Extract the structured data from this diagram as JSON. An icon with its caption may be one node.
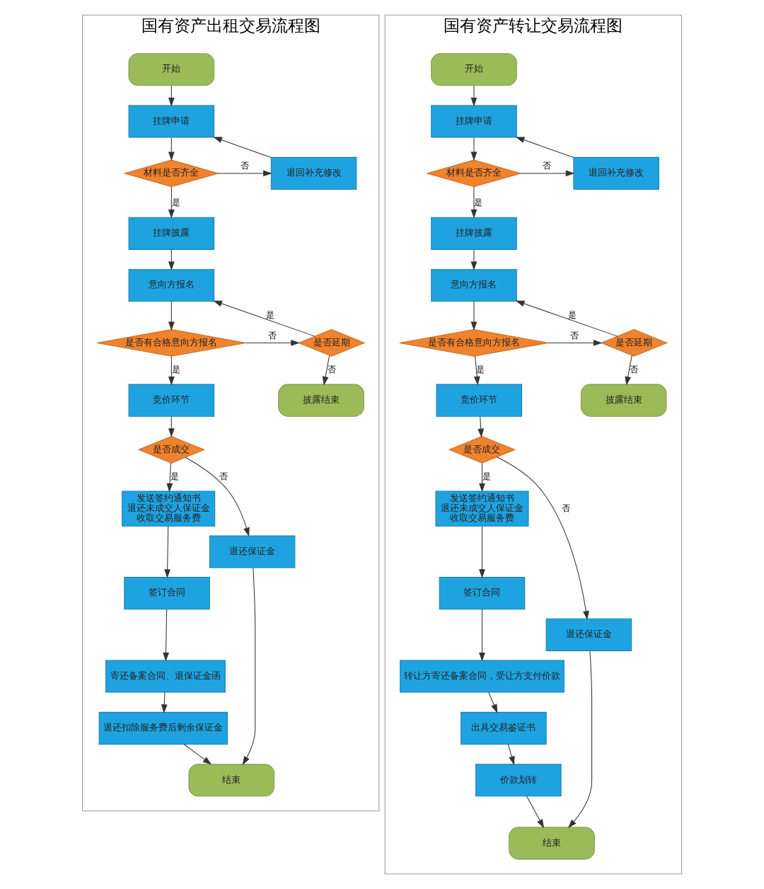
{
  "diagram": {
    "nodes": [
      {
        "text": [
          "国有资产出租交易流程图"
        ]
      },
      {
        "text": [
          "开始"
        ],
        "in": 0
      },
      {
        "text": [
          "挂牌申请"
        ],
        "in": 0
      },
      {
        "text": [
          "材料是否齐全"
        ],
        "in": 0
      },
      {
        "text": [
          "退回补充修改"
        ],
        "in": 0
      },
      {
        "text": [
          "挂牌披露"
        ],
        "in": 0
      },
      {
        "text": [
          "意向方报名"
        ],
        "in": 0
      },
      {
        "text": [
          "是否有合格意向方报名"
        ],
        "in": 0
      },
      {
        "text": [
          "是否延期"
        ],
        "in": 0
      },
      {
        "text": [
          "竞价环节"
        ],
        "in": 0
      },
      {
        "text": [
          "披露结束"
        ],
        "in": 0
      },
      {
        "text": [
          "是否成交"
        ],
        "in": 0
      },
      {
        "text": [
          "发送签约通知书",
          "退还未成交人保证金",
          "收取交易服务费"
        ],
        "in": 0
      },
      {
        "text": [
          "退还保证金"
        ],
        "in": 0
      },
      {
        "text": [
          "签订合同"
        ],
        "in": 0
      },
      {
        "text": [
          "寄还备案合同、退保证金函"
        ],
        "in": 0
      },
      {
        "text": [
          "退还扣除服务费后剩余保证金"
        ],
        "in": 0
      },
      {
        "text": [
          "结束"
        ],
        "in": 0
      },
      {
        "text": [
          "国有资产转让交易流程图"
        ]
      },
      {
        "text": [
          "开始"
        ],
        "in": 18
      },
      {
        "text": [
          "挂牌申请"
        ],
        "in": 18
      },
      {
        "text": [
          "材料是否齐全"
        ],
        "in": 18
      },
      {
        "text": [
          "退回补充修改"
        ],
        "in": 18
      },
      {
        "text": [
          "挂牌披露"
        ],
        "in": 18
      },
      {
        "text": [
          "意向方报名"
        ],
        "in": 18
      },
      {
        "text": [
          "是否有合格意向方报名"
        ],
        "in": 18
      },
      {
        "text": [
          "是否延期"
        ],
        "in": 18
      },
      {
        "text": [
          "竞价环节"
        ],
        "in": 18
      },
      {
        "text": [
          "披露结束"
        ],
        "in": 18
      },
      {
        "text": [
          "是否成交"
        ],
        "in": 18
      },
      {
        "text": [
          "发送签约通知书",
          "退还未成交人保证金",
          "收取交易服务费"
        ],
        "in": 18
      },
      {
        "text": [
          "退还保证金"
        ],
        "in": 18
      },
      {
        "text": [
          "签订合同"
        ],
        "in": 18
      },
      {
        "text": [
          "转让方寄还备案合同，受让方支付价款"
        ],
        "in": 18
      },
      {
        "text": [
          "出具交易鉴证书"
        ],
        "in": 18
      },
      {
        "text": [
          "价款划转"
        ],
        "in": 18
      },
      {
        "text": [
          "结束"
        ],
        "in": 18
      }
    ],
    "edges": [
      {
        "from": 1,
        "to": 2,
        "arrow": "to"
      },
      {
        "from": 2,
        "to": 3,
        "arrow": "to"
      },
      {
        "from": 3,
        "to": 4,
        "arrow": "to",
        "label": "否"
      },
      {
        "from": 4,
        "to": 2,
        "arrow": "to"
      },
      {
        "from": 3,
        "to": 5,
        "arrow": "to",
        "label": "是"
      },
      {
        "from": 5,
        "to": 6,
        "arrow": "to"
      },
      {
        "from": 6,
        "to": 7,
        "arrow": "to"
      },
      {
        "from": 7,
        "to": 8,
        "arrow": "to",
        "label": "否"
      },
      {
        "from": 8,
        "to": 6,
        "arrow": "to",
        "label": "是"
      },
      {
        "from": 8,
        "to": 10,
        "arrow": "to",
        "label": "否"
      },
      {
        "from": 7,
        "to": 9,
        "arrow": "to",
        "label": "是"
      },
      {
        "from": 9,
        "to": 11,
        "arrow": "to"
      },
      {
        "from": 11,
        "to": 12,
        "arrow": "to",
        "label": "是"
      },
      {
        "from": 11,
        "to": 13,
        "arrow": "to",
        "label": "否"
      },
      {
        "from": 12,
        "to": 14,
        "arrow": "to"
      },
      {
        "from": 14,
        "to": 15,
        "arrow": "to"
      },
      {
        "from": 15,
        "to": 16,
        "arrow": "to"
      },
      {
        "from": 16,
        "to": 17,
        "arrow": "to"
      },
      {
        "from": 13,
        "to": 17,
        "arrow": "to"
      },
      {
        "from": 19,
        "to": 20,
        "arrow": "to"
      },
      {
        "from": 20,
        "to": 21,
        "arrow": "to"
      },
      {
        "from": 21,
        "to": 22,
        "arrow": "to",
        "label": "否"
      },
      {
        "from": 22,
        "to": 20,
        "arrow": "to"
      },
      {
        "from": 21,
        "to": 23,
        "arrow": "to",
        "label": "是"
      },
      {
        "from": 23,
        "to": 24,
        "arrow": "to"
      },
      {
        "from": 24,
        "to": 25,
        "arrow": "to"
      },
      {
        "from": 25,
        "to": 26,
        "arrow": "to",
        "label": "否"
      },
      {
        "from": 26,
        "to": 24,
        "arrow": "to",
        "label": "是"
      },
      {
        "from": 26,
        "to": 28,
        "arrow": "to",
        "label": "否"
      },
      {
        "from": 25,
        "to": 27,
        "arrow": "to",
        "label": "是"
      },
      {
        "from": 27,
        "to": 29,
        "arrow": "to"
      },
      {
        "from": 29,
        "to": 30,
        "arrow": "to",
        "label": "是"
      },
      {
        "from": 29,
        "to": 31,
        "arrow": "to",
        "label": "否"
      },
      {
        "from": 30,
        "to": 32,
        "arrow": "to"
      },
      {
        "from": 32,
        "to": 33,
        "arrow": "to"
      },
      {
        "from": 33,
        "to": 34,
        "arrow": "to"
      },
      {
        "from": 34,
        "to": 35,
        "arrow": "to"
      },
      {
        "from": 35,
        "to": 36,
        "arrow": "to"
      },
      {
        "from": 31,
        "to": 36,
        "arrow": "to"
      }
    ]
  }
}
